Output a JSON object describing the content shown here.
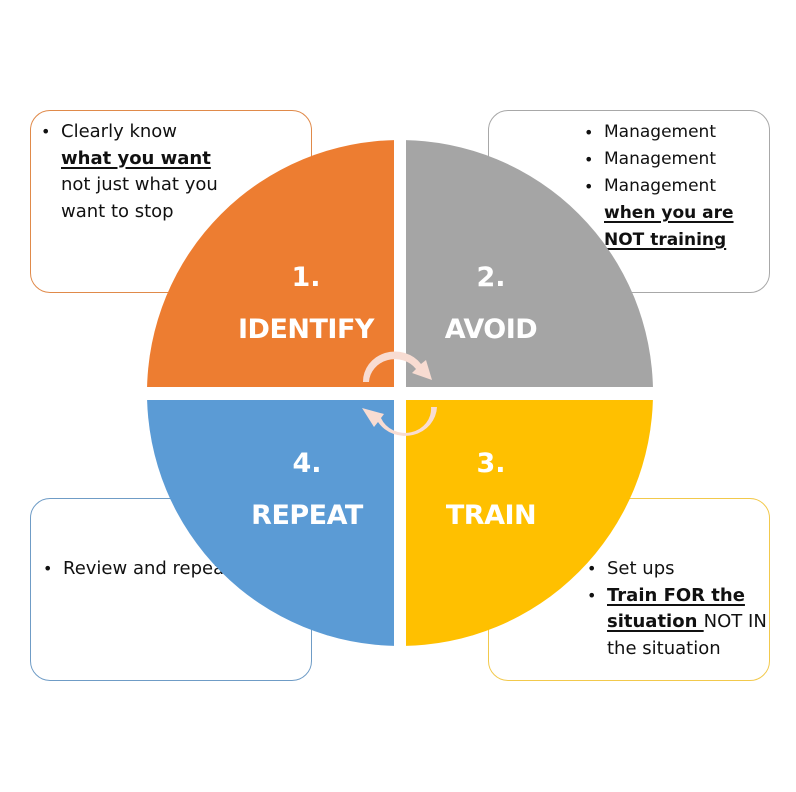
{
  "colors": {
    "identify": "#ed7d31",
    "avoid": "#a5a5a5",
    "train": "#ffc000",
    "repeat": "#5b9bd5",
    "cycle_arrow": "#f8dcd2"
  },
  "quadrants": [
    {
      "id": "identify",
      "number": "1.",
      "title": "IDENTIFY"
    },
    {
      "id": "avoid",
      "number": "2.",
      "title": "AVOID"
    },
    {
      "id": "train",
      "number": "3.",
      "title": "TRAIN"
    },
    {
      "id": "repeat",
      "number": "4.",
      "title": "REPEAT"
    }
  ],
  "center_icon": "cycle-arrows-icon",
  "bullet_glyph": "•",
  "notes": {
    "identify": {
      "items": [
        {
          "parts": [
            {
              "text": "Clearly know ",
              "bold": false,
              "underline": false
            },
            {
              "text": "what you want",
              "bold": true,
              "underline": true
            },
            {
              "text": " not just what you want to stop",
              "bold": false,
              "underline": false
            }
          ]
        }
      ]
    },
    "avoid": {
      "items": [
        {
          "parts": [
            {
              "text": "Management",
              "bold": false,
              "underline": false
            }
          ]
        },
        {
          "parts": [
            {
              "text": "Management",
              "bold": false,
              "underline": false
            }
          ]
        },
        {
          "parts": [
            {
              "text": "Management ",
              "bold": false,
              "underline": false
            },
            {
              "text": "when you are NOT training",
              "bold": true,
              "underline": true
            }
          ]
        }
      ]
    },
    "train": {
      "items": [
        {
          "parts": [
            {
              "text": "Set ups",
              "bold": false,
              "underline": false
            }
          ]
        },
        {
          "parts": [
            {
              "text": "Train FOR the situation ",
              "bold": true,
              "underline": true
            },
            {
              "text": "NOT IN the situation",
              "bold": false,
              "underline": false
            }
          ]
        }
      ]
    },
    "repeat": {
      "items": [
        {
          "parts": [
            {
              "text": "Review and repeat",
              "bold": false,
              "underline": false
            }
          ]
        }
      ]
    }
  }
}
